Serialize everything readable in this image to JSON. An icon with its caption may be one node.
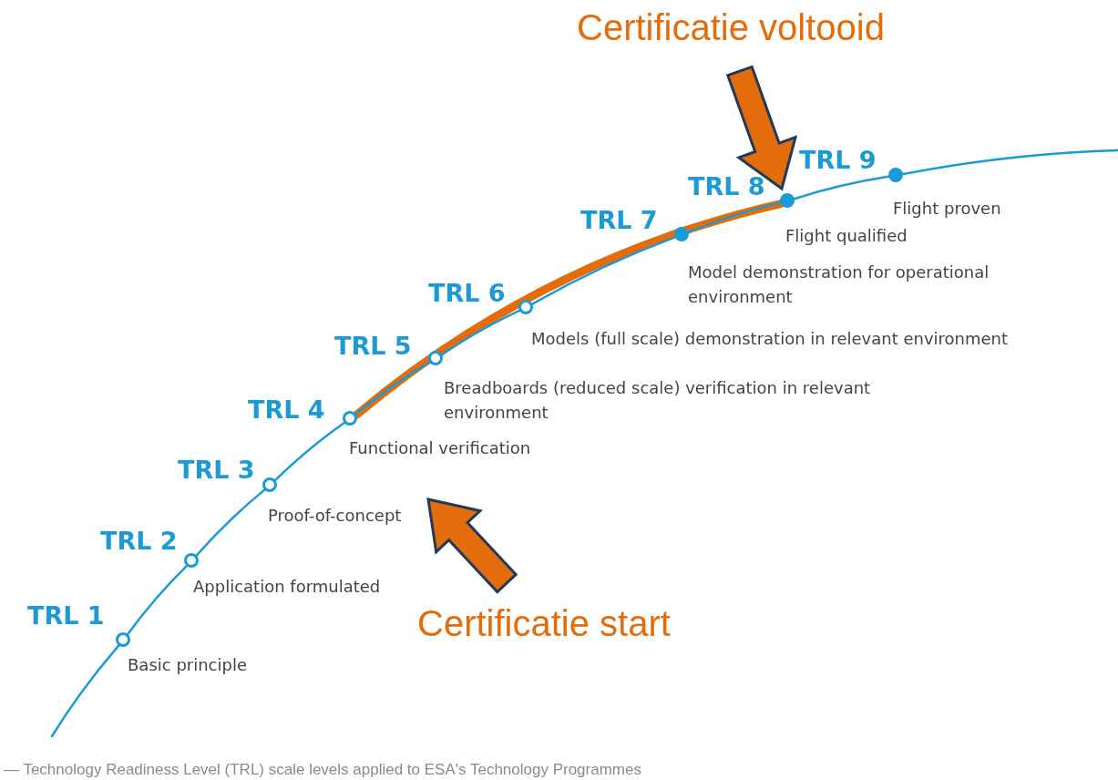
{
  "diagram": {
    "caption": "— Technology Readiness Level (TRL) scale levels applied to ESA's Technology Programmes",
    "nodes": [
      {
        "text": [],
        "shape": "circle",
        "beside": [
          "TRL 1",
          "Basic principle"
        ]
      },
      {
        "text": [],
        "shape": "circle",
        "beside": [
          "TRL 2",
          "Application formulated"
        ]
      },
      {
        "text": [],
        "shape": "circle",
        "beside": [
          "TRL 3",
          "Proof-of-concept"
        ]
      },
      {
        "text": [],
        "shape": "circle",
        "beside": [
          "TRL 4",
          "Functional verification"
        ]
      },
      {
        "text": [],
        "shape": "circle",
        "beside": [
          "TRL 5",
          "Breadboards (reduced scale) verification in relevant environment"
        ]
      },
      {
        "text": [],
        "shape": "circle",
        "beside": [
          "TRL 6",
          "Models (full scale) demonstration in relevant environment"
        ]
      },
      {
        "text": [],
        "shape": "circle",
        "beside": [
          "TRL 7",
          "Model demonstration for operational environment"
        ]
      },
      {
        "text": [],
        "shape": "circle",
        "beside": [
          "TRL 8",
          "Flight qualified"
        ]
      },
      {
        "text": [],
        "shape": "circle",
        "beside": [
          "TRL 9",
          "Flight proven"
        ]
      },
      {
        "text": [
          "Certificatie voltooid"
        ]
      },
      {
        "text": [
          "Certificatie start"
        ]
      }
    ],
    "edges": [
      {
        "from": null,
        "to": 0,
        "arrow": "none"
      },
      {
        "from": 0,
        "to": 1,
        "arrow": "none"
      },
      {
        "from": 1,
        "to": 2,
        "arrow": "none"
      },
      {
        "from": 2,
        "to": 3,
        "arrow": "none"
      },
      {
        "from": 3,
        "to": 4,
        "arrow": "none"
      },
      {
        "from": 4,
        "to": 5,
        "arrow": "none"
      },
      {
        "from": 5,
        "to": 6,
        "arrow": "none"
      },
      {
        "from": 6,
        "to": 7,
        "arrow": "none"
      },
      {
        "from": 7,
        "to": 8,
        "arrow": "none"
      },
      {
        "from": 8,
        "to": null,
        "arrow": "none"
      },
      {
        "from": 3,
        "to": 7,
        "arrow": "none",
        "style": "thick",
        "color": "#e46c0a"
      },
      {
        "from": 9,
        "to": 7,
        "arrow": "to"
      },
      {
        "from": 10,
        "to": 3,
        "arrow": "to"
      }
    ]
  }
}
